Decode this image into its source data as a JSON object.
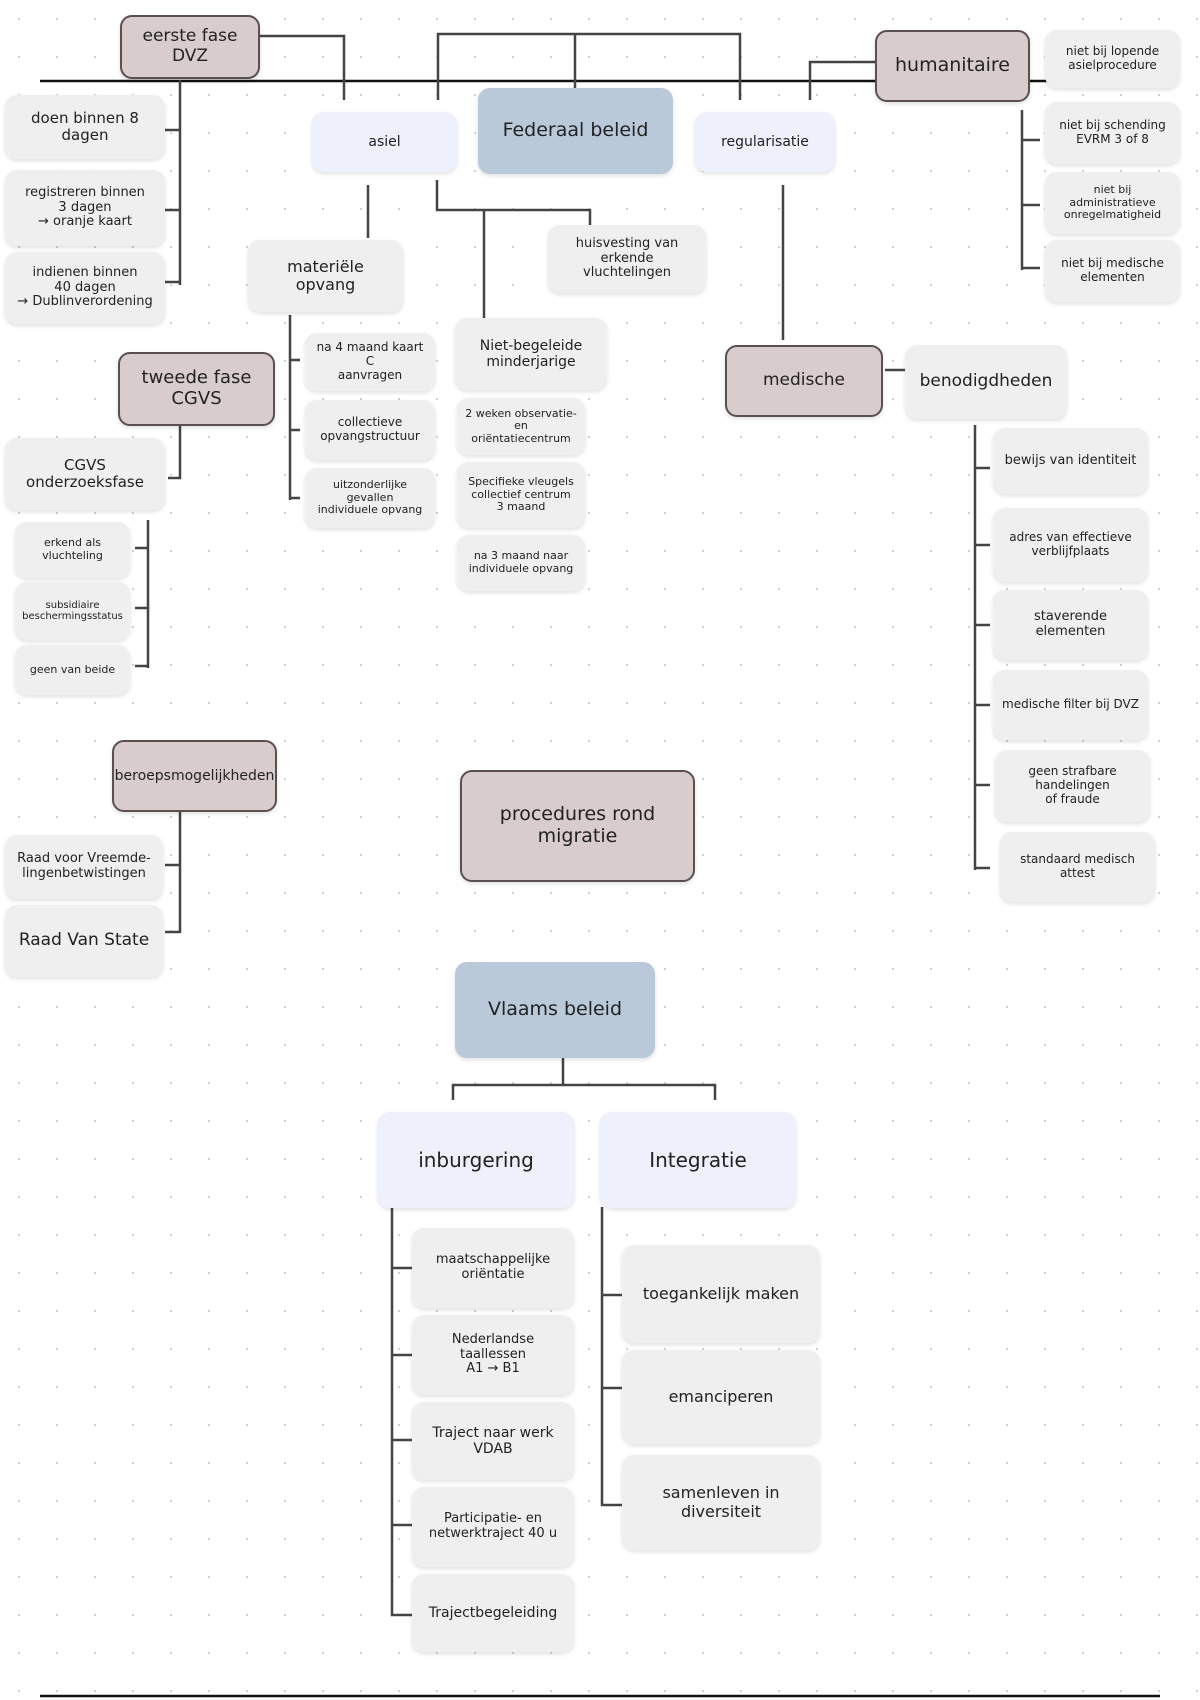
{
  "title": "procedures rond migratie",
  "federal": {
    "label": "Federaal beleid",
    "asiel": {
      "label": "asiel",
      "eerste_fase": {
        "label": "eerste fase\nDVZ",
        "items": [
          "doen binnen 8 dagen",
          "registreren binnen\n3 dagen\n→ oranje kaart",
          "indienen binnen\n40 dagen\n→ Dublinverordening"
        ]
      },
      "tweede_fase": {
        "label": "tweede fase\nCGVS",
        "onderzoek": "CGVS onderzoeksfase",
        "items": [
          "erkend als\nvluchteling",
          "subsidiaire\nbeschermingsstatus",
          "geen van beide"
        ]
      },
      "beroep": {
        "label": "beroepsmogelijkheden",
        "items": [
          "Raad voor Vreemde-\nlingenbetwistingen",
          "Raad Van State"
        ]
      },
      "opvang": {
        "label": "materiële opvang",
        "items": [
          "na 4 maand kaart C\naanvragen",
          "collectieve\nopvangstructuur",
          "uitzonderlijke gevallen\nindividuele opvang"
        ]
      },
      "huisvesting": "huisvesting van\nerkende vluchtelingen",
      "minderjarigen": {
        "label": "Niet-begeleide\nminderjarige",
        "items": [
          "2 weken observatie-\nen oriëntatiecentrum",
          "Specifieke vleugels\ncollectief centrum\n3 maand",
          "na 3 maand naar\nindividuele opvang"
        ]
      }
    },
    "regularisatie": {
      "label": "regularisatie",
      "humanitaire": {
        "label": "humanitaire",
        "items": [
          "niet bij lopende\nasielprocedure",
          "niet bij schending\nEVRM 3 of 8",
          "niet bij administratieve\nonregelmatigheid",
          "niet bij medische\nelementen"
        ]
      },
      "medische": {
        "label": "medische",
        "benodigdheden": "benodigdheden",
        "items": [
          "bewijs van identiteit",
          "adres van effectieve\nverblijfplaats",
          "staverende\nelementen",
          "medische filter bij DVZ",
          "geen strafbare\nhandelingen\nof fraude",
          "standaard medisch\nattest"
        ]
      }
    }
  },
  "vlaams": {
    "label": "Vlaams beleid",
    "inburgering": {
      "label": "inburgering",
      "items": [
        "maatschappelijke\noriëntatie",
        "Nederlandse taallessen\nA1 → B1",
        "Traject naar werk\nVDAB",
        "Participatie- en\nnetwerktraject 40 u",
        "Trajectbegeleiding"
      ]
    },
    "integratie": {
      "label": "Integratie",
      "items": [
        "toegankelijk maken",
        "emanciperen",
        "samenleven in\ndiversiteit"
      ]
    }
  }
}
